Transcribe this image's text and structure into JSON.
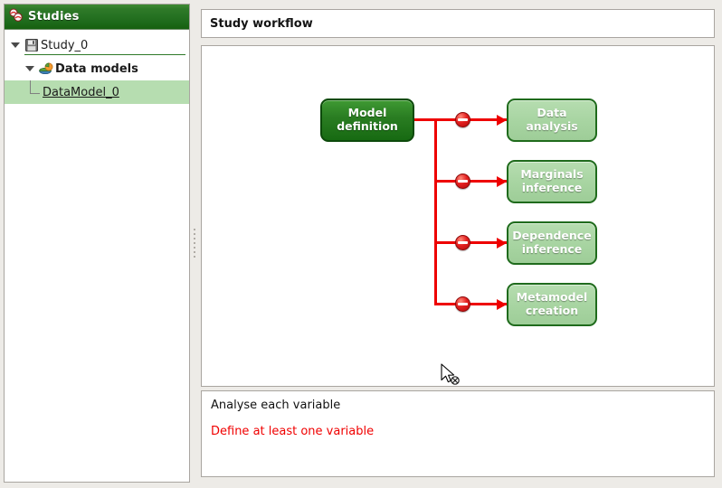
{
  "tree": {
    "header": {
      "title": "Studies",
      "icon": "studies-icon"
    },
    "items": [
      {
        "label": "Study_0",
        "icon": "save-icon",
        "level": 1,
        "expanded": true,
        "selected": false,
        "bold": false
      },
      {
        "label": "Data models",
        "icon": "data-models-icon",
        "level": 2,
        "expanded": true,
        "selected": false,
        "bold": true
      },
      {
        "label": "DataModel_0",
        "icon": "",
        "level": 3,
        "expanded": false,
        "selected": true,
        "bold": false
      }
    ]
  },
  "panel": {
    "title": "Study workflow"
  },
  "workflow": {
    "start": {
      "line1": "Model",
      "line2": "definition"
    },
    "steps": [
      {
        "line1": "Data",
        "line2": "analysis",
        "gate": "blocked-icon"
      },
      {
        "line1": "Marginals",
        "line2": "inference",
        "gate": "blocked-icon"
      },
      {
        "line1": "Dependence",
        "line2": "inference",
        "gate": "blocked-icon"
      },
      {
        "line1": "Metamodel",
        "line2": "creation",
        "gate": "blocked-icon"
      }
    ]
  },
  "messages": {
    "info": "Analyse each variable",
    "error": "Define at least one variable"
  },
  "colors": {
    "header_green": "#1f6b1c",
    "node_dark_green": "#2a7d22",
    "node_light_green": "#a7d4a1",
    "edge_red": "#ee0000",
    "error_red": "#f00000",
    "selection_green": "#b6ddb0"
  },
  "cursor": {
    "icon": "arrow-not-allowed-cursor"
  }
}
